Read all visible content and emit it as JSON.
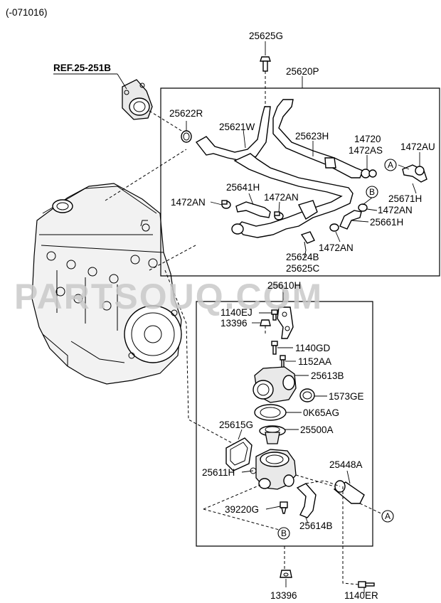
{
  "header": {
    "date_code": "(-071016)"
  },
  "watermark": "PARTSOUQ.COM",
  "reference": {
    "label": "REF.25-251B"
  },
  "callouts": {
    "a": "A",
    "b": "B"
  },
  "parts": {
    "p25625G": "25625G",
    "p25620P": "25620P",
    "p25622R": "25622R",
    "p25621W": "25621W",
    "p25623H": "25623H",
    "p14720": "14720",
    "p1472AS": "1472AS",
    "p1472AU": "1472AU",
    "p25641H": "25641H",
    "p1472AN_a": "1472AN",
    "p1472AN_b": "1472AN",
    "p25671H": "25671H",
    "p1472AN_c": "1472AN",
    "p25661H": "25661H",
    "p1472AN_d": "1472AN",
    "p25624B": "25624B",
    "p25625C": "25625C",
    "p25610H": "25610H",
    "p1140EJ": "1140EJ",
    "p13396_a": "13396",
    "p1140GD": "1140GD",
    "p1152AA": "1152AA",
    "p25613B": "25613B",
    "p1573GE": "1573GE",
    "p0K65AG": "0K65AG",
    "p25615G": "25615G",
    "p25500A": "25500A",
    "p25611H": "25611H",
    "p25448A": "25448A",
    "p39220G": "39220G",
    "p25614B": "25614B",
    "p13396_b": "13396",
    "p1140ER": "1140ER"
  }
}
